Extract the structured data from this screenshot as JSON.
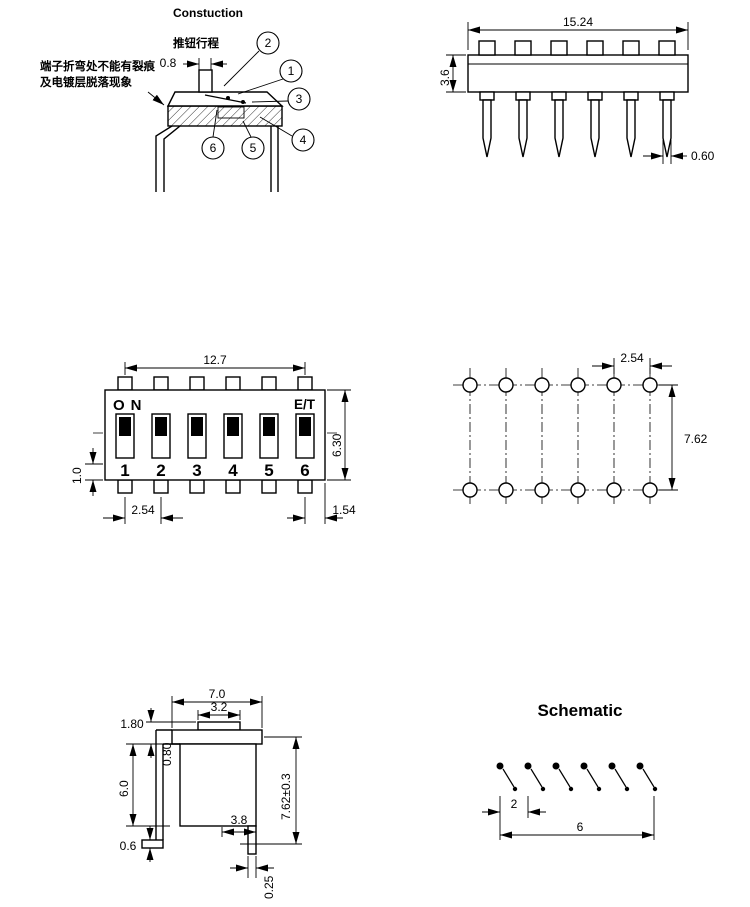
{
  "drawing": {
    "construction": {
      "title": "Constuction",
      "travel_label": "推钮行程",
      "travel_dim": "0.8",
      "note_line1": "端子折弯处不能有裂痕",
      "note_line2": "及电镀层脱落现象",
      "balloons": [
        "1",
        "2",
        "3",
        "4",
        "5",
        "6"
      ]
    },
    "front_view": {
      "dim_width": "15.24",
      "dim_height": "3.6",
      "dim_pin_width": "0.60"
    },
    "top_view": {
      "on_label": "ON",
      "et_label": "E/T",
      "positions": [
        "1",
        "2",
        "3",
        "4",
        "5",
        "6"
      ],
      "dim_width": "12.7",
      "dim_height": "6.30",
      "dim_edge": "1.0",
      "dim_pitch": "2.54",
      "dim_end": "1.54"
    },
    "pcb_view": {
      "dim_pitch": "2.54",
      "dim_row_spacing": "7.62"
    },
    "side_view": {
      "dim_total_width": "7.0",
      "dim_actuator_width": "3.2",
      "dim_top_height": "1.80",
      "dim_step": "0.80",
      "dim_body_height": "6.0",
      "dim_pin_span": "7.62±0.3",
      "dim_base_width": "3.8",
      "dim_foot": "0.6",
      "dim_pin_thickness": "0.25"
    },
    "schematic": {
      "title": "Schematic",
      "dim_pitch": "2",
      "dim_total": "6"
    }
  }
}
